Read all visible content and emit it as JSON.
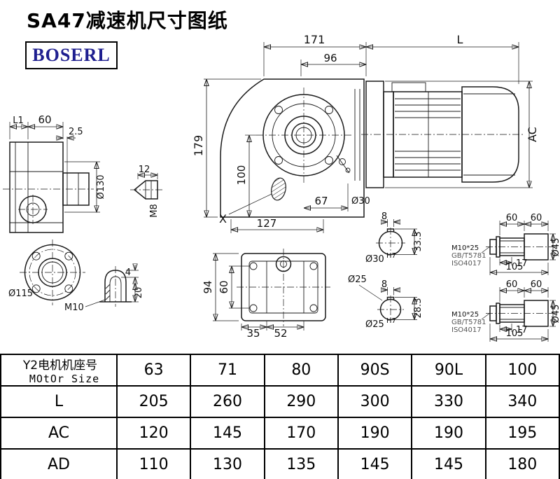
{
  "title": "SA47减速机尺寸图纸",
  "logo": {
    "text": "BOSERL"
  },
  "drawing": {
    "front": {
      "w171": "171",
      "w96": "96",
      "h179": "179",
      "h100": "100",
      "w67": "67",
      "d30": "Ø30",
      "w127": "127",
      "x_mark": "X"
    },
    "motor": {
      "len": "L",
      "ac": "AC"
    },
    "side": {
      "l1": "L1",
      "w60": "60",
      "t25": "2.5",
      "d130": "Ø130"
    },
    "flange": {
      "d115": "Ø115",
      "m10": "M10"
    },
    "plug": {
      "w12": "12",
      "m8": "M8"
    },
    "dome": {
      "h4": "4",
      "h20": "20"
    },
    "bottom": {
      "h94": "94",
      "h60": "60",
      "w35": "35",
      "w52": "52"
    },
    "shaft30": {
      "key": "8",
      "h": "33.3",
      "bore": "Ø30",
      "fit": "H7",
      "seg1": "60",
      "seg2": "60",
      "bolt": "M10*25",
      "gb": "GB/T5781",
      "iso": "ISO4017",
      "l17": "17",
      "l105": "105",
      "d45": "Ø45"
    },
    "shaft25": {
      "d": "Ø25",
      "key": "8",
      "h": "28.3",
      "bore": "Ø25",
      "fit": "H7",
      "seg1": "60",
      "seg2": "60",
      "bolt": "M10*25",
      "gb": "GB/T5781",
      "iso": "ISO4017",
      "l17": "17",
      "l105": "105",
      "d45": "Ø45"
    }
  },
  "table": {
    "row_header": {
      "line1": "Y2电机机座号",
      "line2": "MOtOr Size"
    },
    "sizes": [
      "63",
      "71",
      "80",
      "90S",
      "90L",
      "100"
    ],
    "rows": [
      {
        "label": "L",
        "values": [
          "205",
          "260",
          "290",
          "300",
          "330",
          "340"
        ]
      },
      {
        "label": "AC",
        "values": [
          "120",
          "145",
          "170",
          "190",
          "190",
          "195"
        ]
      },
      {
        "label": "AD",
        "values": [
          "110",
          "130",
          "135",
          "145",
          "145",
          "180"
        ]
      }
    ]
  },
  "colors": {
    "line": "#1a1a1a",
    "logo_text": "#1e1e8f",
    "table_border": "#000000",
    "background": "#ffffff"
  }
}
